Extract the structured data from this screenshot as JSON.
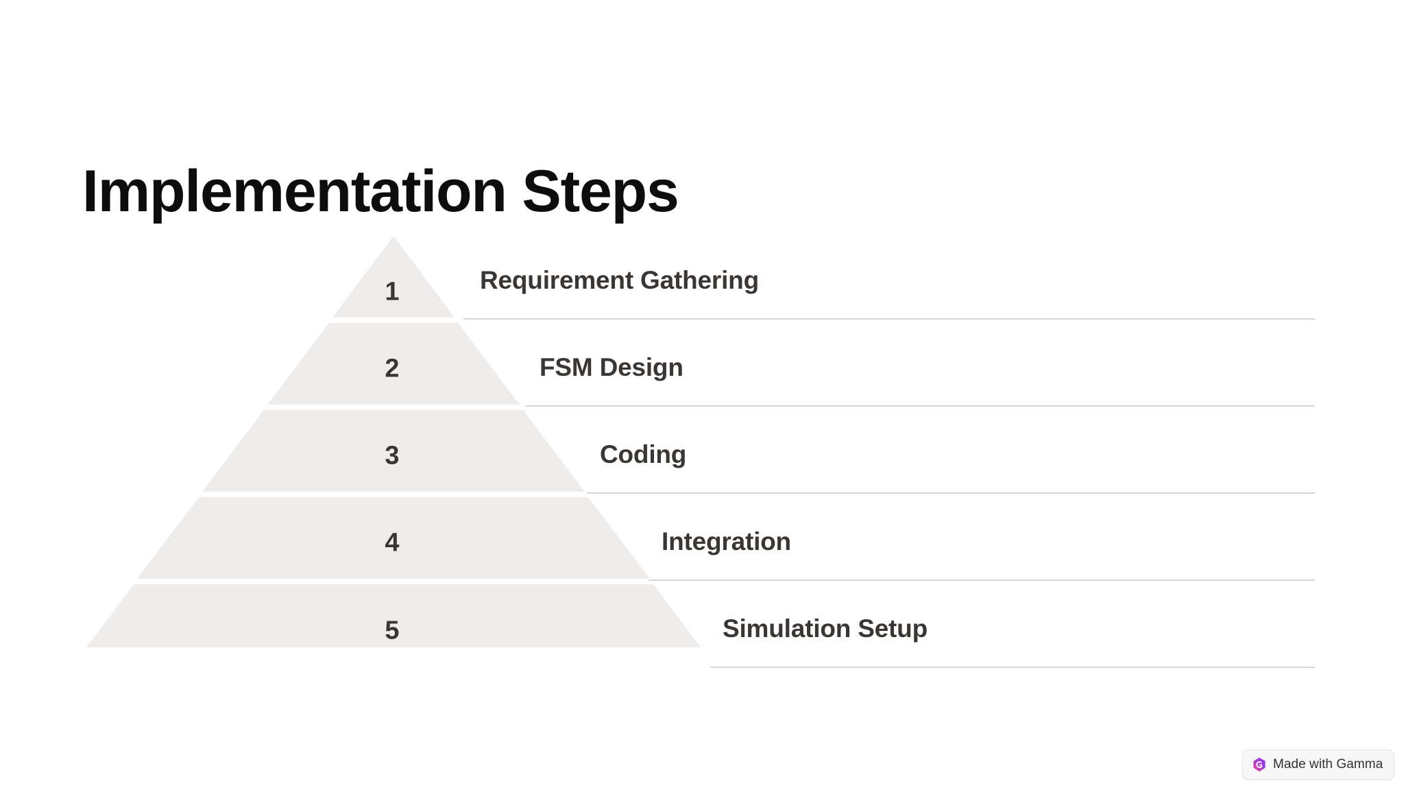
{
  "slide": {
    "title": "Implementation Steps",
    "background_color": "#ffffff"
  },
  "theme": {
    "title_color": "#0d0d0d",
    "tier_fill": "#efedeb",
    "tier_text_color": "#3a3634",
    "divider_color": "#d8d6d4"
  },
  "pyramid": {
    "name": "implementation-steps-pyramid",
    "orientation": "apex-top",
    "tier_count": 5,
    "tiers": [
      {
        "number": "1",
        "label": "Requirement Gathering"
      },
      {
        "number": "2",
        "label": "FSM Design"
      },
      {
        "number": "3",
        "label": "Coding"
      },
      {
        "number": "4",
        "label": "Integration"
      },
      {
        "number": "5",
        "label": "Simulation Setup"
      }
    ]
  },
  "badge": {
    "label": "Made with Gamma",
    "icon": "gamma-logo-icon",
    "icon_colors": [
      "#f0408c",
      "#b03ad6",
      "#7b2ff7"
    ]
  }
}
